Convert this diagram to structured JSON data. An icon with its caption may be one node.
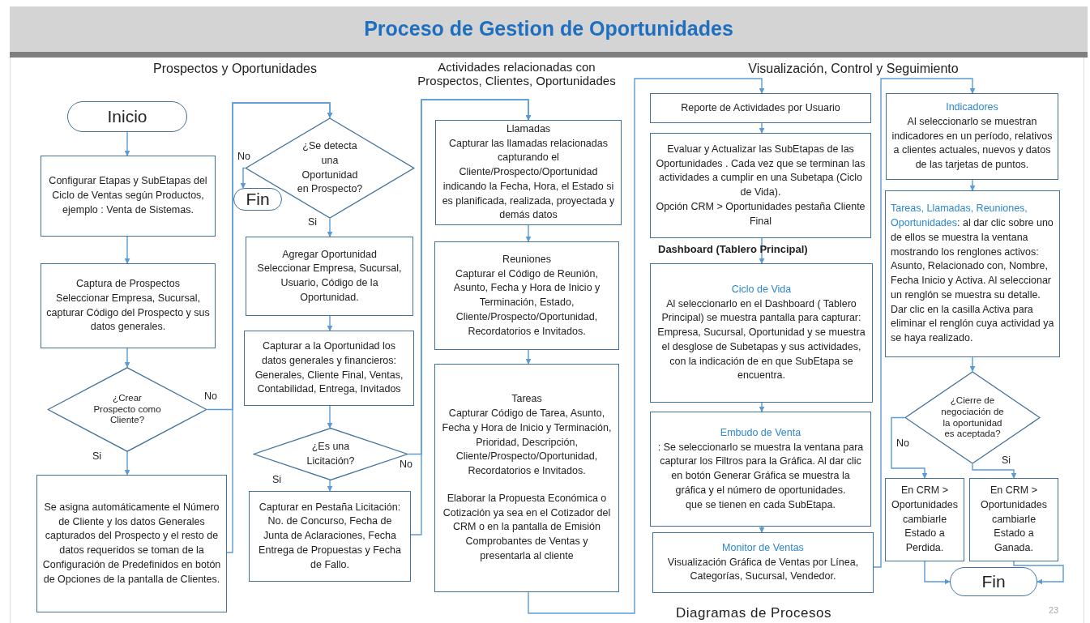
{
  "diagram": {
    "title": "Proceso de Gestion de Oportunidades",
    "nodes": [
      {
        "text": [
          "Inicio"
        ]
      },
      {
        "text": [
          "Configurar Etapas y SubEtapas del Ciclo de Ventas según Productos, ejemplo : Venta de Sistemas."
        ]
      },
      {
        "text": [
          "Captura de Prospectos",
          "Seleccionar Empresa, Sucursal, capturar Código del Prospecto y sus datos generales."
        ]
      },
      {
        "text": [
          "¿Crear Prospecto como Cliente?"
        ]
      },
      {
        "text": [
          "Se asigna automáticamente el Número de Cliente y los datos Generales capturados del Prospecto y el resto de datos requeridos se toman de la Configuración de Predefinidos en botón de Opciones de la pantalla de Clientes."
        ]
      },
      {
        "text": [
          "¿Se detecta una Oportunidad en Prospecto?"
        ]
      },
      {
        "text": [
          "Fin"
        ]
      },
      {
        "text": [
          "Agregar Oportunidad",
          "Seleccionar Empresa, Sucursal, Usuario, Código de la Oportunidad."
        ]
      },
      {
        "text": [
          "Capturar a la Oportunidad los datos generales y financieros: Generales, Cliente Final, Ventas, Contabilidad, Entrega, Invitados"
        ]
      },
      {
        "text": [
          "¿Es una Licitación?"
        ]
      },
      {
        "text": [
          "Capturar en Pestaña Licitación: No. de Concurso, Fecha de Junta de Aclaraciones, Fecha Entrega de Propuestas y Fecha de Fallo."
        ]
      },
      {
        "text": [
          "Llamadas",
          "Capturar las llamadas relacionadas capturando el Cliente/Prospecto/Oportunidad indicando la Fecha, Hora, el Estado si es planificada, realizada, proyectada y demás datos"
        ]
      },
      {
        "text": [
          "Reuniones",
          "Capturar el Código de Reunión, Asunto, Fecha y Hora de Inicio y Terminación, Estado, Cliente/Prospecto/Oportunidad, Recordatorios e Invitados."
        ]
      },
      {
        "text": [
          "Tareas",
          "Capturar Código de Tarea, Asunto, Fecha y Hora de Inicio y Terminación, Prioridad, Descripción, Cliente/Prospecto/Oportunidad, Recordatorios e Invitados.",
          "Elaborar la Propuesta Económica o Cotización ya sea en el Cotizador del CRM o en la pantalla de Emisión Comprobantes de Ventas y presentarla al cliente"
        ]
      },
      {
        "text": [
          "Reporte de Actividades por Usuario"
        ]
      },
      {
        "text": [
          "Evaluar y Actualizar las SubEtapas de las Oportunidades . Cada vez que se terminan las actividades a cumplir en una Subetapa (Ciclo de Vida).",
          "Opción CRM > Oportunidades pestaña Cliente Final"
        ]
      },
      {
        "text": [
          "Ciclo de Vida",
          "Al seleccionarlo en el Dashboard ( Tablero Principal) se muestra pantalla para capturar: Empresa, Sucursal, Oportunidad y se muestra el desglose de Subetapas y sus actividades, con la indicación de en que SubEtapa se encuentra."
        ]
      },
      {
        "text": [
          "Embudo de Venta",
          ": Se seleccionarlo se muestra la ventana para capturar los Filtros para la Gráfica. Al dar clic en botón Generar Gráfica se muestra la gráfica y el número de oportunidades.",
          "que se tienen en cada SubEtapa."
        ]
      },
      {
        "text": [
          "Monitor de Ventas",
          "Visualización Gráfica de Ventas por Línea, Categorías, Sucursal, Vendedor."
        ]
      },
      {
        "text": [
          "Indicadores",
          "Al seleccionarlo se muestran indicadores en un período, relativos a clientes actuales, nuevos y datos de las tarjetas de puntos."
        ]
      },
      {
        "text": [
          "Tareas, Llamadas, Reuniones, Oportunidades",
          ": al dar clic sobre uno de ellos se muestra la ventana mostrando los renglones activos: Asunto, Relacionado con, Nombre, Fecha Inicio y Activa. Al seleccionar un renglón se muestra su detalle. Dar clic en la casilla Activa para eliminar el renglón cuya actividad ya se haya realizado."
        ]
      },
      {
        "text": [
          "¿Cierre de negociación de la oportunidad es aceptada?"
        ]
      },
      {
        "text": [
          "En CRM > Oportunidades cambiarle Estado a Perdida."
        ]
      },
      {
        "text": [
          "En CRM > Oportunidades cambiarle Estado a Ganada."
        ]
      },
      {
        "text": [
          "Fin"
        ]
      }
    ],
    "edges": [
      {
        "from": 0,
        "to": 1,
        "arrow": "to"
      },
      {
        "from": 1,
        "to": 2,
        "arrow": "to"
      },
      {
        "from": 2,
        "to": 3,
        "arrow": "to"
      },
      {
        "from": 3,
        "to": 4,
        "arrow": "to",
        "label": "Si"
      },
      {
        "from": 3,
        "to": 5,
        "arrow": "to",
        "label": "No"
      },
      {
        "from": 4,
        "to": 5,
        "arrow": "to"
      },
      {
        "from": 5,
        "to": 6,
        "arrow": "to",
        "label": "No"
      },
      {
        "from": 5,
        "to": 7,
        "arrow": "to",
        "label": "Si"
      },
      {
        "from": 7,
        "to": 8,
        "arrow": "to"
      },
      {
        "from": 8,
        "to": 9,
        "arrow": "to"
      },
      {
        "from": 9,
        "to": 10,
        "arrow": "to",
        "label": "Si"
      },
      {
        "from": 9,
        "to": 11,
        "arrow": "to",
        "label": "No"
      },
      {
        "from": 10,
        "to": 11,
        "arrow": "to"
      },
      {
        "from": 11,
        "to": 12,
        "arrow": "to"
      },
      {
        "from": 12,
        "to": 13,
        "arrow": "to"
      },
      {
        "from": 13,
        "to": 14,
        "arrow": "to"
      },
      {
        "from": 14,
        "to": 15,
        "arrow": "to"
      },
      {
        "from": 15,
        "to": 16,
        "arrow": "to"
      },
      {
        "from": 16,
        "to": 17,
        "arrow": "to"
      },
      {
        "from": 17,
        "to": 18,
        "arrow": "to"
      },
      {
        "from": 18,
        "to": 19,
        "arrow": "to"
      },
      {
        "from": 19,
        "to": 20,
        "arrow": "to"
      },
      {
        "from": 20,
        "to": 21,
        "arrow": "to"
      },
      {
        "from": 21,
        "to": 22,
        "arrow": "to",
        "label": "No"
      },
      {
        "from": 21,
        "to": 23,
        "arrow": "to",
        "label": "Si"
      },
      {
        "from": 22,
        "to": 24,
        "arrow": "to"
      },
      {
        "from": 23,
        "to": 24,
        "arrow": "to"
      }
    ],
    "labels": [
      "Prospectos y Oportunidades",
      "Actividades relacionadas con Prospectos, Clientes, Oportunidades",
      "Visualización, Control y Seguimiento",
      "Dashboard (Tablero Principal)",
      "Diagramas de Procesos",
      "23"
    ]
  }
}
